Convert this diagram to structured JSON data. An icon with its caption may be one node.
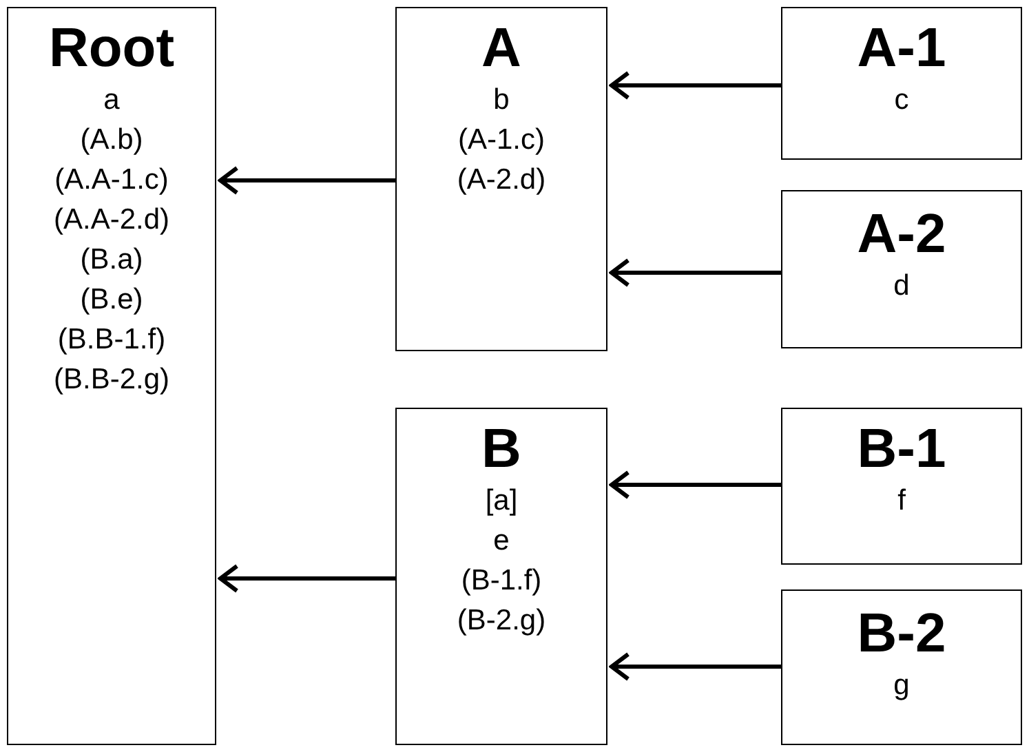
{
  "diagram": {
    "nodes": [
      {
        "text": [
          "Root",
          "a",
          "(A.b)",
          "(A.A-1.c)",
          "(A.A-2.d)",
          "(B.a)",
          "(B.e)",
          "(B.B-1.f)",
          "(B.B-2.g)"
        ]
      },
      {
        "text": [
          "A",
          "b",
          "(A-1.c)",
          "(A-2.d)"
        ]
      },
      {
        "text": [
          "A-1",
          "c"
        ]
      },
      {
        "text": [
          "A-2",
          "d"
        ]
      },
      {
        "text": [
          "B",
          "[a]",
          "e",
          "(B-1.f)",
          "(B-2.g)"
        ]
      },
      {
        "text": [
          "B-1",
          "f"
        ]
      },
      {
        "text": [
          "B-2",
          "g"
        ]
      }
    ],
    "edges": [
      {
        "from": 1,
        "to": 0,
        "arrow": "to"
      },
      {
        "from": 2,
        "to": 1,
        "arrow": "to"
      },
      {
        "from": 3,
        "to": 1,
        "arrow": "to"
      },
      {
        "from": 4,
        "to": 0,
        "arrow": "to"
      },
      {
        "from": 5,
        "to": 4,
        "arrow": "to"
      },
      {
        "from": 6,
        "to": 4,
        "arrow": "to"
      }
    ]
  }
}
